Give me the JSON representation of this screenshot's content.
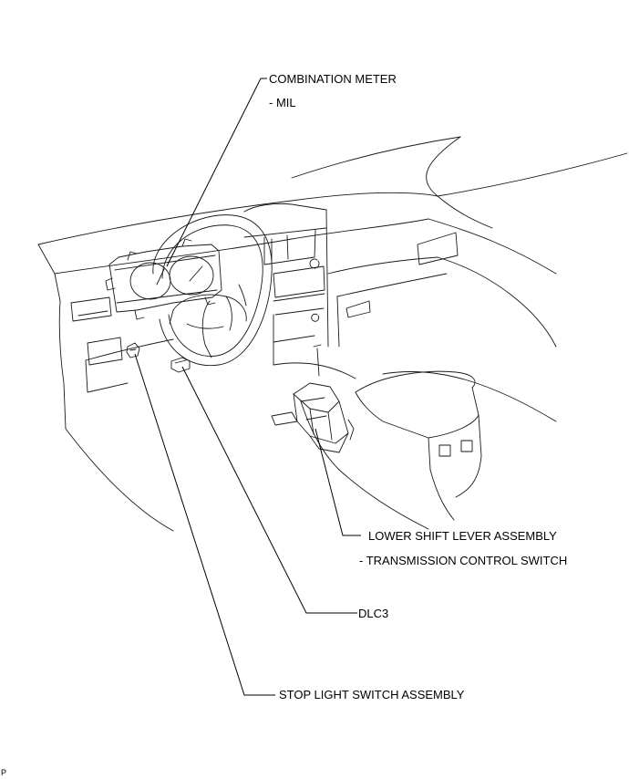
{
  "labels": {
    "combination_meter": "COMBINATION METER",
    "mil": "- MIL",
    "lower_shift_lever": "LOWER SHIFT LEVER ASSEMBLY",
    "transmission_control_switch": "- TRANSMISSION CONTROL SWITCH",
    "dlc3": "DLC3",
    "stop_light_switch": "STOP LIGHT SWITCH ASSEMBLY",
    "corner_mark": "P"
  },
  "colors": {
    "line": "#1a1a1a",
    "background": "#ffffff",
    "text": "#000000"
  }
}
